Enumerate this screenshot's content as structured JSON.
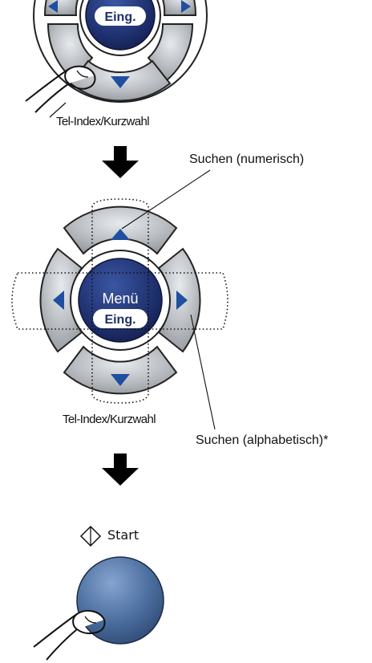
{
  "step1": {
    "center_button": "Eing.",
    "bottom_label": "Tel-Index/Kurzwahl"
  },
  "step2": {
    "center_top": "Menü",
    "center_bottom": "Eing.",
    "callout_up": "Suchen (numerisch)",
    "callout_right": "Suchen (alphabetisch)*",
    "bottom_label": "Tel-Index/Kurzwahl"
  },
  "step3": {
    "start_label": "Start"
  },
  "colors": {
    "navy": "#1d2e6b",
    "arrow_blue": "#1f4f9e",
    "button_gray": "#a3a8ad",
    "start_blue": "#4c6fa0"
  },
  "icons": {
    "flow_arrow": "down-arrow-icon",
    "start_symbol": "diamond-start-icon",
    "pointer": "pointing-finger-icon"
  }
}
